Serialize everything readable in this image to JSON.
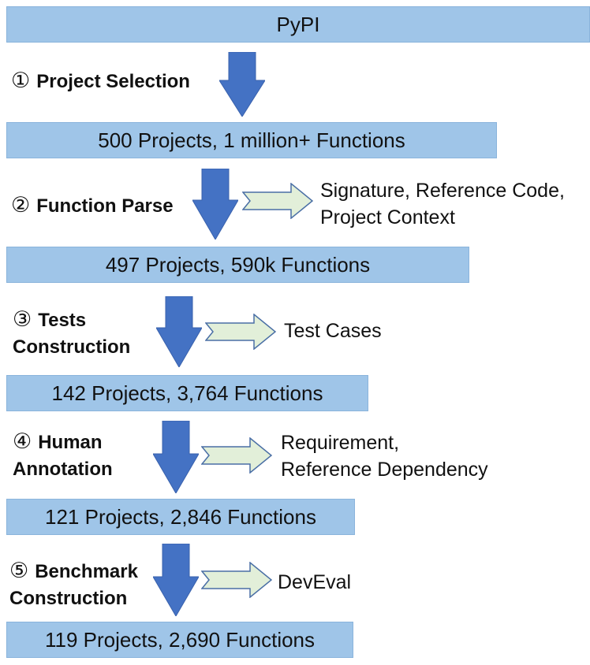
{
  "stages": [
    "PyPI",
    "500 Projects, 1 million+ Functions",
    "497 Projects, 590k Functions",
    "142 Projects, 3,764 Functions",
    "121 Projects, 2,846 Functions",
    "119 Projects, 2,690 Functions"
  ],
  "steps": [
    {
      "num": "①",
      "line1": "Project Selection",
      "line2": ""
    },
    {
      "num": "②",
      "line1": "Function Parse",
      "line2": ""
    },
    {
      "num": "③",
      "line1": "Tests",
      "line2": "Construction"
    },
    {
      "num": "④",
      "line1": "Human",
      "line2": "Annotation"
    },
    {
      "num": "⑤",
      "line1": "Benchmark",
      "line2": "Construction"
    }
  ],
  "outputs": [
    {
      "line1": "Signature, Reference Code,",
      "line2": "Project Context"
    },
    {
      "line1": "Test Cases",
      "line2": ""
    },
    {
      "line1": "Requirement,",
      "line2": "Reference Dependency"
    },
    {
      "line1": "DevEval",
      "line2": ""
    }
  ],
  "colors": {
    "bar_fill": "#9fc5e8",
    "down_arrow": "#4472c4",
    "right_arrow_fill": "#e2efd9",
    "right_arrow_stroke": "#4a6fa5"
  }
}
